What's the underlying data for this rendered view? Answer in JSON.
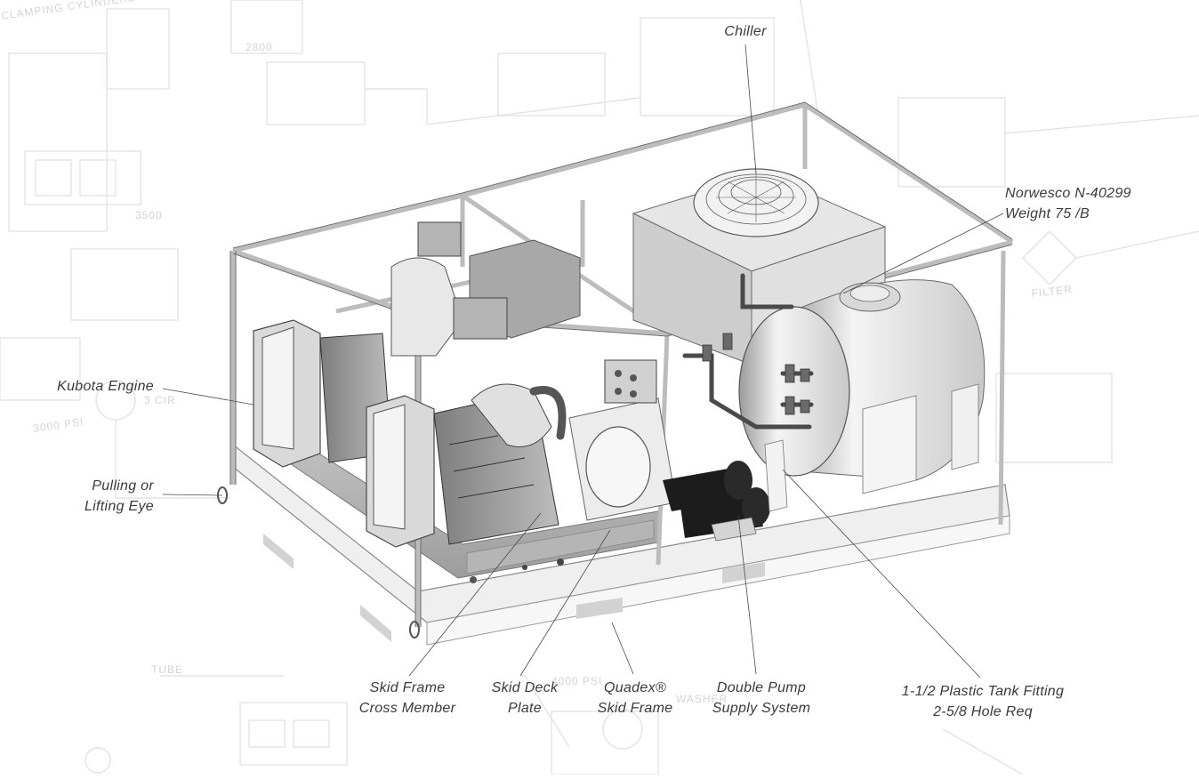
{
  "background_labels": {
    "top_left": "CLAMPING CYLINDERS",
    "psi_3500": "3500",
    "psi_2800": "2800",
    "psi_3000": "3000 PSI",
    "cir": "3 CIR",
    "filter": "FILTER",
    "tube": "TUBE",
    "psi_4000": "4000 PSI",
    "washer": "WASHER"
  },
  "callouts": {
    "chiller": "Chiller",
    "norwesco_line1": "Norwesco N-40299",
    "norwesco_line2": "Weight 75 /B",
    "kubota": "Kubota Engine",
    "eye_line1": "Pulling or",
    "eye_line2": "Lifting Eye",
    "cross_member_line1": "Skid Frame",
    "cross_member_line2": "Cross Member",
    "deck_line1": "Skid Deck",
    "deck_line2": "Plate",
    "quadex_line1": "Quadex®",
    "quadex_line2": "Skid Frame",
    "pump_line1": "Double Pump",
    "pump_line2": "Supply System",
    "fitting_line1": "1-1/2 Plastic Tank Fitting",
    "fitting_line2": "2-5/8 Hole Req"
  }
}
